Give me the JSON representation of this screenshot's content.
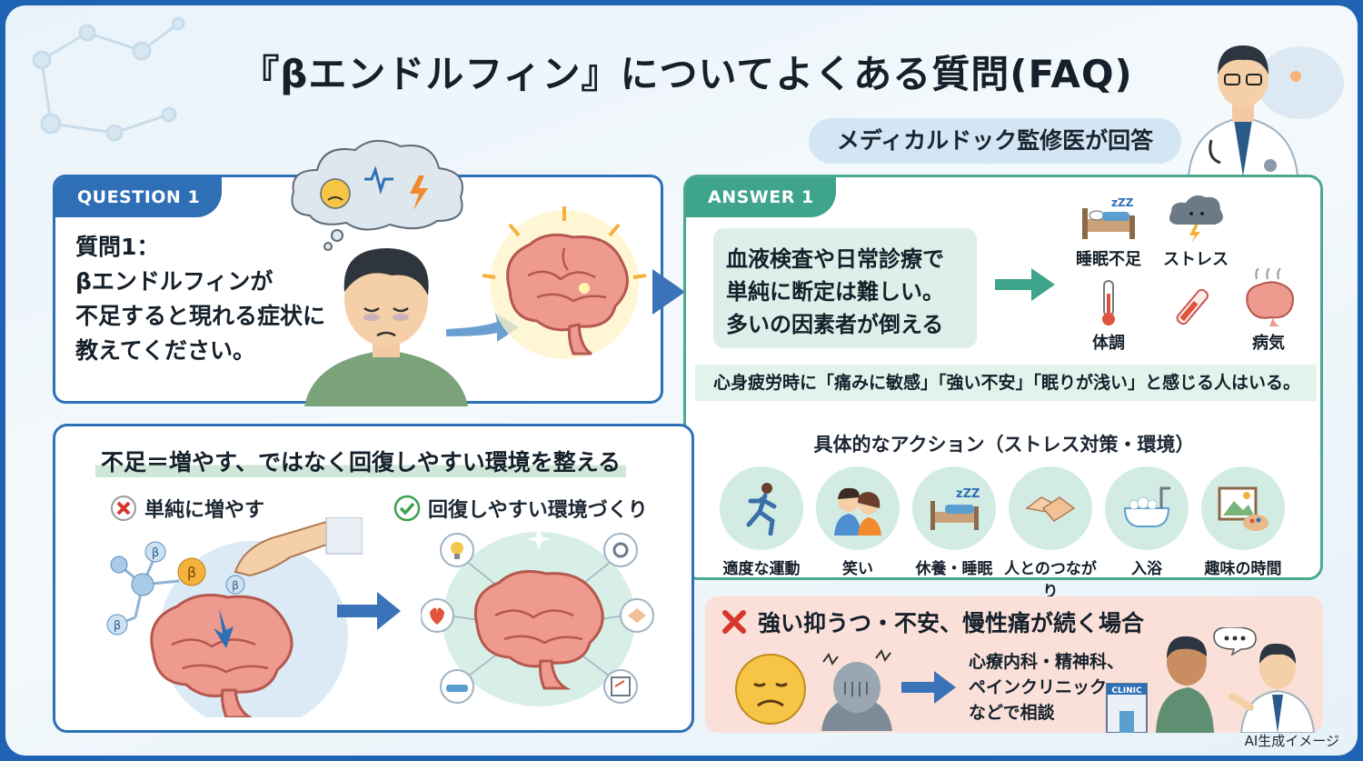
{
  "title": "『βエンドルフィン』についてよくある質問(FAQ)",
  "subtitle": "メディカルドック監修医が回答",
  "question": {
    "tab": "QUESTION 1",
    "lines": [
      "質問1：",
      "βエンドルフィンが",
      "不足すると現れる症状に",
      "教えてください。"
    ]
  },
  "answer": {
    "tab": "ANSWER 1",
    "lines": [
      "血液検査や日常診療で",
      "単純に断定は難しい。",
      "多いの因素者が倒える"
    ],
    "factors": [
      "睡眠不足",
      "ストレス",
      "体調",
      "病気"
    ],
    "strip": "心身疲労時に「痛みに敏感」「強い不安」「眠りが浅い」と感じる人はいる。",
    "actions_title": "具体的なアクション（ストレス対策・環境）",
    "actions": [
      "適度な運動",
      "笑い",
      "休養・睡眠",
      "人とのつながり",
      "入浴",
      "趣味の時間"
    ]
  },
  "recovery": {
    "title": "不足＝増やす、ではなく回復しやすい環境を整える",
    "bad_label": "単純に増やす",
    "good_label": "回復しやすい環境づくり",
    "beta": "β",
    "clinic_sign": "CLINIC"
  },
  "warning": {
    "title": "強い抑うつ・不安、慢性痛が続く場合",
    "lines": [
      "心療内科・精神科、",
      "ペインクリニック",
      "などで相談"
    ]
  },
  "caption": "AI生成イメージ",
  "colors": {
    "blue": "#2e6fb6",
    "green": "#3ea48b",
    "warn_bg": "#fae0d8",
    "outer": "#1f63b4"
  }
}
